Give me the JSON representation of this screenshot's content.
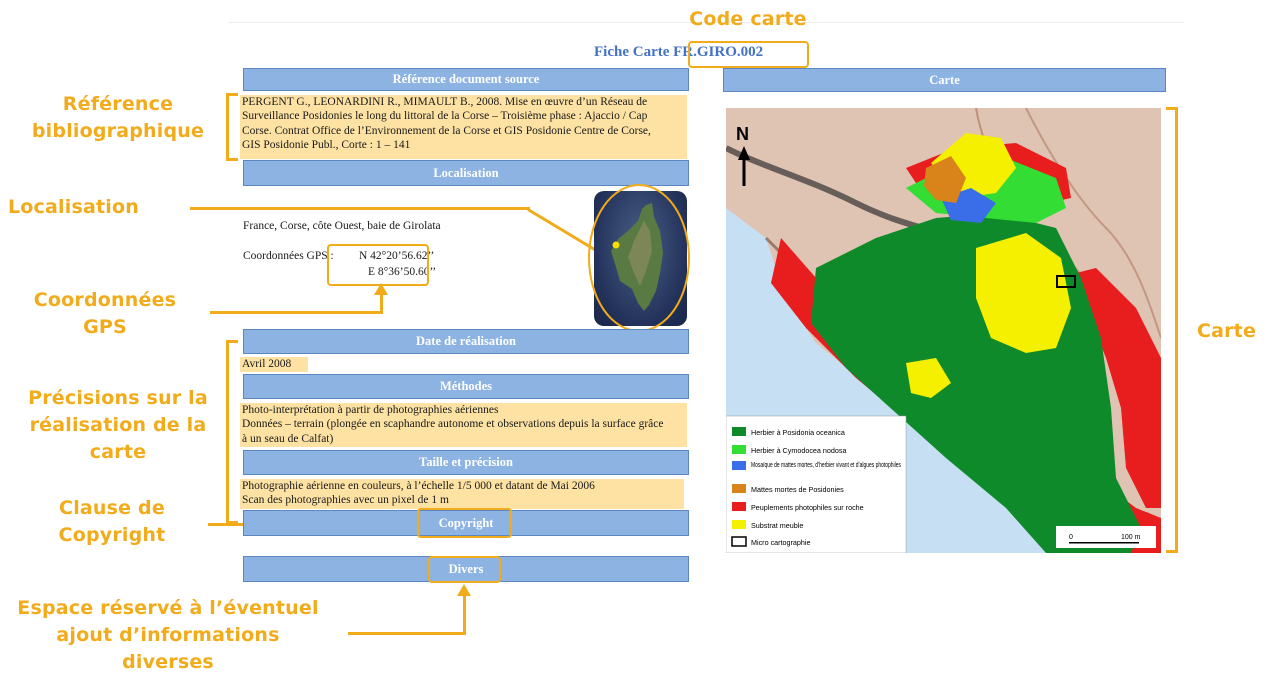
{
  "header": {
    "title_prefix": "Fiche Carte",
    "code": "FR.GIRO.002"
  },
  "annotations": {
    "code_carte": "Code carte",
    "reference": [
      "Référence",
      "bibliographique"
    ],
    "localisation": "Localisation",
    "coordonnees": [
      "Coordonnées",
      "GPS"
    ],
    "precisions": [
      "Précisions sur la",
      "réalisation de la",
      "carte"
    ],
    "clause": [
      "Clause de",
      "Copyright"
    ],
    "espace": [
      "Espace  réservé à l’éventuel",
      "ajout d’informations",
      "diverses"
    ],
    "carte": "Carte"
  },
  "sections": {
    "reference": "Référence document source",
    "localisation": "Localisation",
    "date": "Date de réalisation",
    "methodes": "Méthodes",
    "taille": "Taille et précision",
    "copyright": "Copyright",
    "divers": "Divers",
    "carte": "Carte"
  },
  "reference_text": [
    "PERGENT G., LEONARDINI R., MIMAULT B., 2008. Mise en œuvre d’un Réseau de",
    "Surveillance Posidonies le long du littoral de la Corse – Troisième phase : Ajaccio / Cap",
    "Corse. Contrat Office de l’Environnement de la Corse et GIS Posidonie Centre de Corse,",
    "GIS Posidonie Publ., Corte : 1 – 141"
  ],
  "localisation": {
    "place": "France, Corse, côte Ouest, baie de Girolata",
    "gps_label": "Coordonnées GPS :",
    "lat": "N  42°20’56.62’’",
    "lon": "E  8°36’50.60’’"
  },
  "date_text": "Avril 2008",
  "methodes_text": [
    "Photo-interprétation à partir de photographies aériennes",
    "Données – terrain (plongée en scaphandre autonome et observations depuis la surface grâce",
    "à un seau de Calfat)"
  ],
  "taille_text": [
    "Photographie aérienne en couleurs, à l’échelle 1/5 000 et datant de Mai 2006",
    "Scan des photographies avec un pixel de 1 m"
  ],
  "map": {
    "north": "N",
    "legend": [
      {
        "label": "Herbier à Posidonia oceanica",
        "color": "#0f8a2a"
      },
      {
        "label": "Herbier à Cymodocea nodosa",
        "color": "#33dd33"
      },
      {
        "label": "Mosaïque de mattes mortes, d’herbier vivant et d’algues photophiles",
        "color": "#3a6ee8"
      },
      {
        "label": "Mattes mortes de Posidonies",
        "color": "#d9841a"
      },
      {
        "label": "Peuplements photophiles sur roche",
        "color": "#e81d1d"
      },
      {
        "label": "Substrat meuble",
        "color": "#f5f000"
      },
      {
        "label": "Micro cartographie",
        "color": "#ffffff"
      }
    ],
    "scale_zero": "0",
    "scale_end": "100 m"
  },
  "colors": {
    "accent": "#f2ab1a",
    "bar": "#8db3e2",
    "highlight": "#fde2a3",
    "title": "#4472c4"
  }
}
